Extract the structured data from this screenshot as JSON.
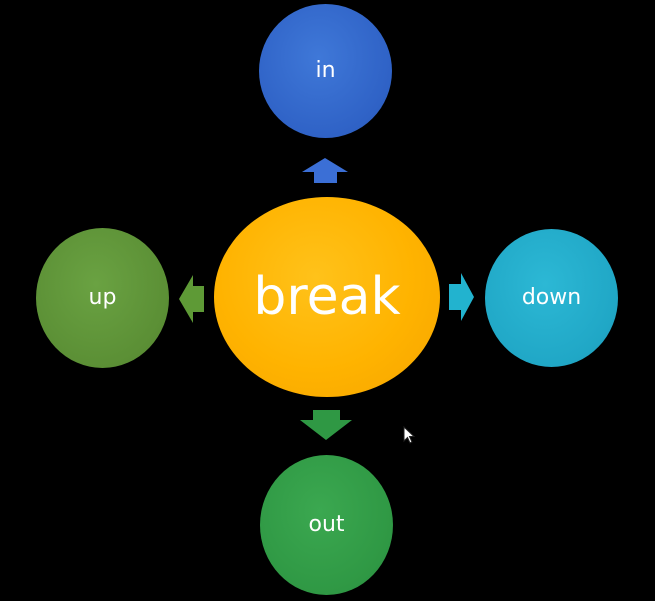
{
  "diagram": {
    "center": {
      "label": "break",
      "color": "#ffb300"
    },
    "nodes": {
      "top": {
        "label": "in",
        "color": "#2f62c6",
        "arrow_color": "#3b6fd6"
      },
      "left": {
        "label": "up",
        "color": "#5b8f35",
        "arrow_color": "#5e9a36"
      },
      "right": {
        "label": "down",
        "color": "#20a7c6",
        "arrow_color": "#22b3cf"
      },
      "bottom": {
        "label": "out",
        "color": "#2f9844",
        "arrow_color": "#2f9844"
      }
    },
    "background": "#000000",
    "cursor_icon": "mouse-pointer-icon"
  }
}
